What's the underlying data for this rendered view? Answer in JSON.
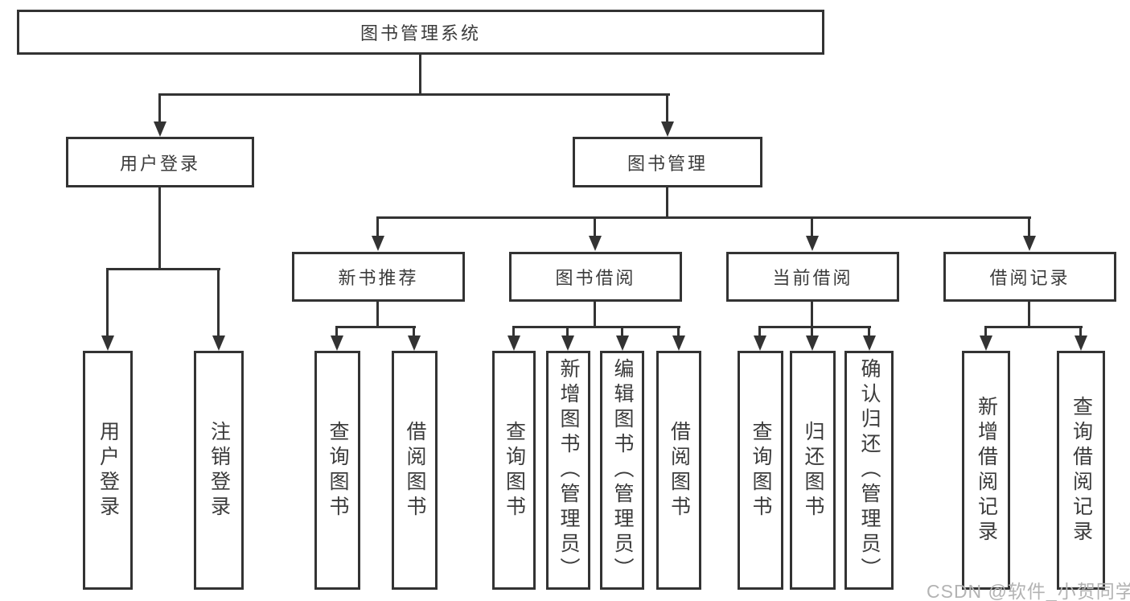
{
  "nodes": {
    "root": "图书管理系统",
    "user_login": "用户登录",
    "book_management": "图书管理",
    "new_book_recommend": "新书推荐",
    "book_borrowing": "图书借阅",
    "current_borrowing": "当前借阅",
    "borrowing_records": "借阅记录",
    "leaf_user_login": "用户登录",
    "leaf_logout": "注销登录",
    "leaf_query_books_recommend": "查询图书",
    "leaf_borrow_books_recommend": "借阅图书",
    "leaf_query_books_borrow": "查询图书",
    "leaf_add_books_admin": "新增图书（管理员）",
    "leaf_edit_books_admin": "编辑图书（管理员）",
    "leaf_borrow_books_borrow": "借阅图书",
    "leaf_query_books_current": "查询图书",
    "leaf_return_books": "归还图书",
    "leaf_confirm_return_admin": "确认归还（管理员）",
    "leaf_add_borrow_record": "新增借阅记录",
    "leaf_query_borrow_record": "查询借阅记录"
  },
  "watermark": "CSDN @软件_小贺同学",
  "colors": {
    "line": "#333333",
    "box_border": "#333333",
    "text": "#3b3b3b",
    "watermark": "#b3b3b3",
    "background": "#ffffff"
  }
}
